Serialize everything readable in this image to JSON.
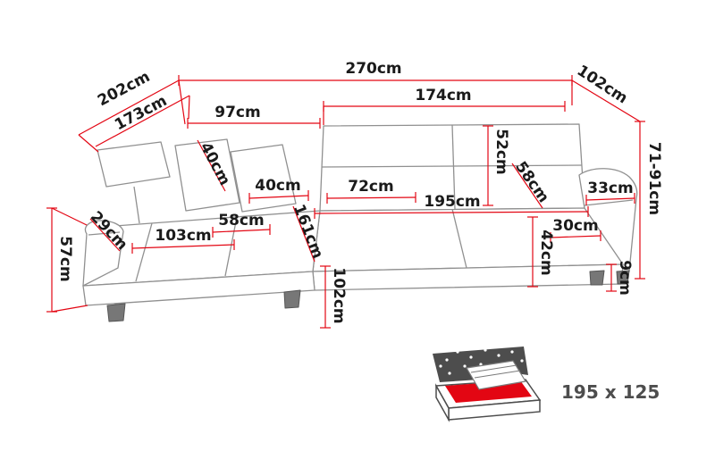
{
  "colors": {
    "dimension_line": "#e30613",
    "label_text": "#1a1a1a",
    "sofa_outline": "#909090",
    "bed_icon_gray": "#4d4d4d",
    "bed_icon_red": "#e30613"
  },
  "diagram": {
    "labels": {
      "w270": "270cm",
      "w202": "202cm",
      "w102_top": "102cm",
      "w173": "173cm",
      "w97": "97cm",
      "w174": "174cm",
      "h52": "52cm",
      "w40_pillow_left": "40cm",
      "w40_pillow": "40cm",
      "d72": "72cm",
      "d58_arm": "58cm",
      "w33": "33cm",
      "h71_91": "71-91cm",
      "l195": "195cm",
      "w58_seat": "58cm",
      "w29": "29cm",
      "w103": "103cm",
      "l161": "161cm",
      "d30": "30cm",
      "h42": "42cm",
      "h57": "57cm",
      "h9": "9cm",
      "d102": "102cm"
    },
    "bed": {
      "size": "195 x 125"
    }
  }
}
